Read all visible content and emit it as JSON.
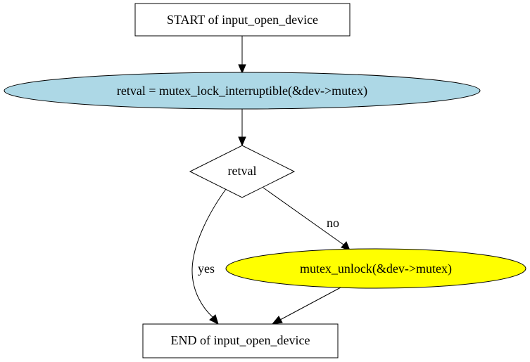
{
  "nodes": {
    "start": {
      "label": "START of input_open_device"
    },
    "lock": {
      "label": "retval = mutex_lock_interruptible(&dev->mutex)",
      "fill": "#add8e6"
    },
    "decision": {
      "label": "retval"
    },
    "unlock": {
      "label": "mutex_unlock(&dev->mutex)",
      "fill": "#ffff00"
    },
    "end": {
      "label": "END of input_open_device"
    }
  },
  "edges": {
    "no_label": "no",
    "yes_label": "yes"
  }
}
